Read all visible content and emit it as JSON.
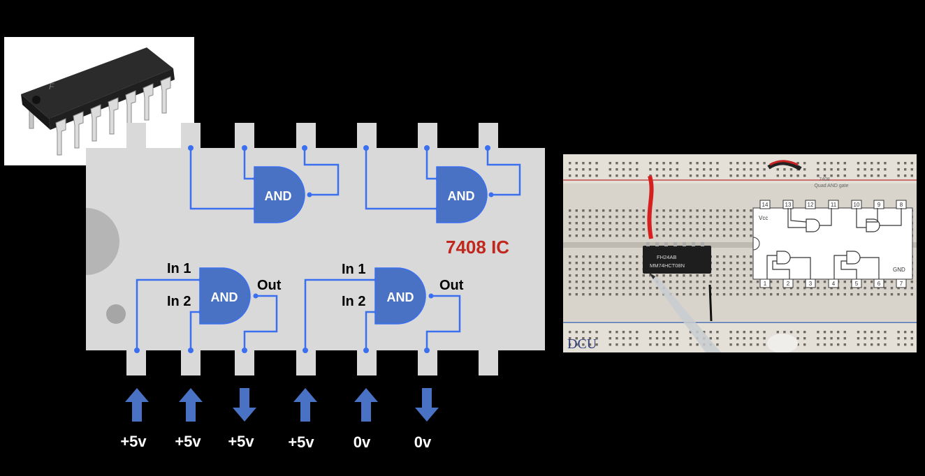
{
  "ic_label": "7408 IC",
  "gate_label": "AND",
  "pin_labels": {
    "in1": "In 1",
    "in2": "In 2",
    "out": "Out"
  },
  "voltages": [
    "+5v",
    "+5v",
    "+5v",
    "+5v",
    "0v",
    "0v"
  ],
  "arrow_directions": [
    "up",
    "up",
    "down",
    "up",
    "up",
    "down"
  ],
  "photo": {
    "logo": "DCU",
    "chip_marking_line1": "FH24AB",
    "chip_marking_line2": "MM74HCT08N",
    "overlay_title_line1": "7408",
    "overlay_title_line2": "Quad AND gate",
    "overlay_vcc": "Vcc",
    "overlay_gnd": "GND",
    "overlay_top_pins": [
      "14",
      "13",
      "12",
      "11",
      "10",
      "9",
      "8"
    ],
    "overlay_bottom_pins": [
      "1",
      "2",
      "3",
      "4",
      "5",
      "6",
      "7"
    ]
  },
  "colors": {
    "background": "#000000",
    "chip_body": "#d9d9d9",
    "wire": "#3a6ff0",
    "gate_fill": "#4a72c4",
    "ic_label": "#c0271d",
    "arrow": "#4a72c4"
  }
}
